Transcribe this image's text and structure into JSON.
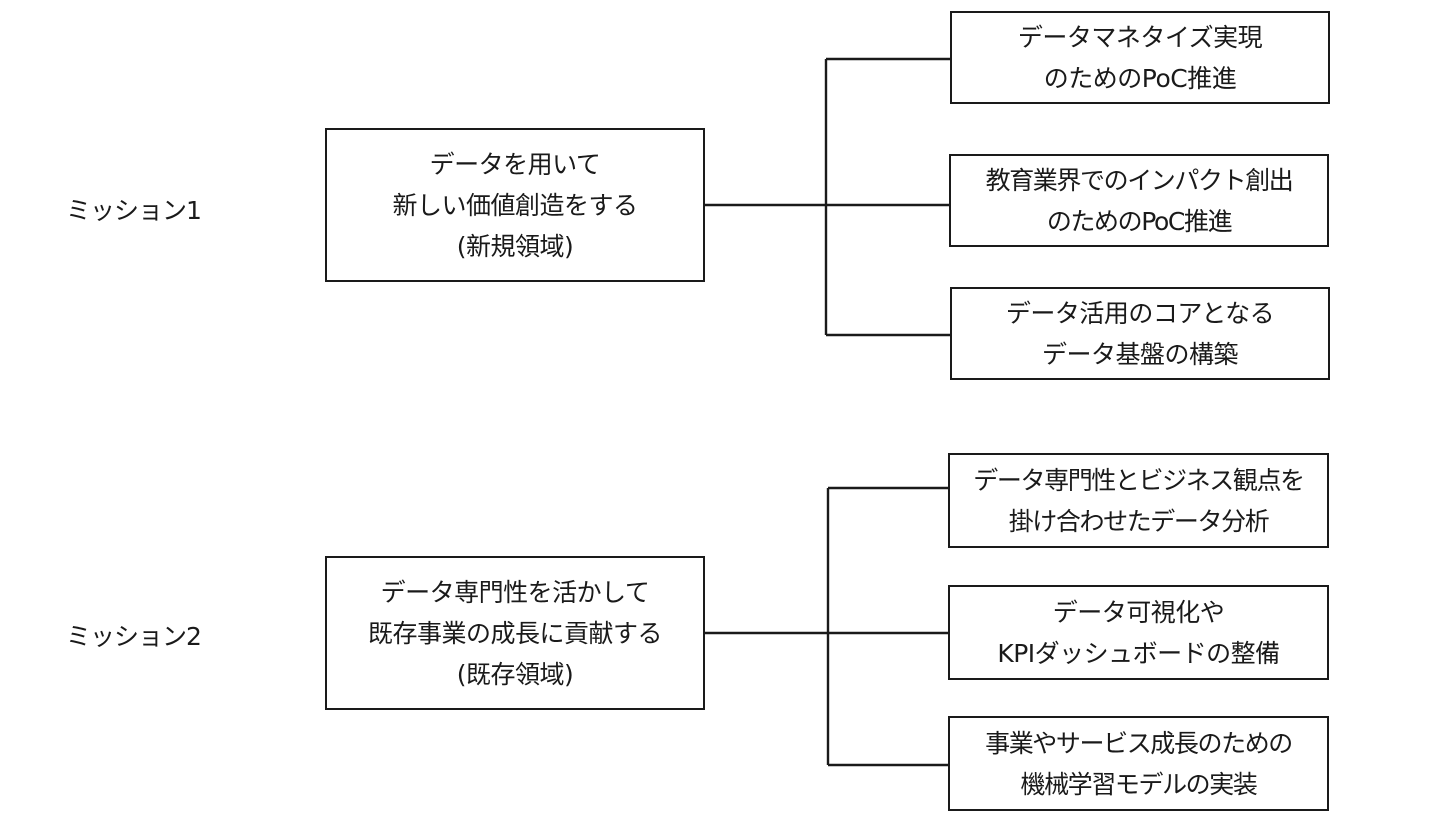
{
  "missions": [
    {
      "label": "ミッション1",
      "main": {
        "lines": [
          "データを用いて",
          "新しい価値創造をする",
          "(新規領域)"
        ]
      },
      "subs": [
        {
          "lines": [
            "データマネタイズ実現",
            "のためのPoC推進"
          ]
        },
        {
          "lines": [
            "教育業界でのインパクト創出",
            "のためのPoC推進"
          ]
        },
        {
          "lines": [
            "データ活用のコアとなる",
            "データ基盤の構築"
          ]
        }
      ]
    },
    {
      "label": "ミッション2",
      "main": {
        "lines": [
          "データ専門性を活かして",
          "既存事業の成長に貢献する",
          "(既存領域)"
        ]
      },
      "subs": [
        {
          "lines": [
            "データ専門性とビジネス観点を",
            "掛け合わせたデータ分析"
          ]
        },
        {
          "lines": [
            "データ可視化や",
            "KPIダッシュボードの整備"
          ]
        },
        {
          "lines": [
            "事業やサービス成長のための",
            "機械学習モデルの実装"
          ]
        }
      ]
    }
  ]
}
